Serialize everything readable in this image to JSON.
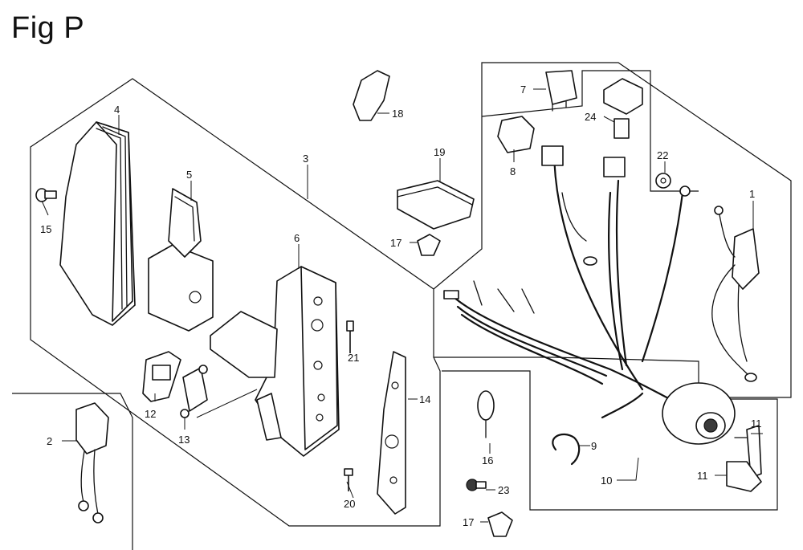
{
  "figure": {
    "title": "Fig P"
  },
  "callouts": {
    "c1": "1",
    "c2": "2",
    "c3": "3",
    "c4": "4",
    "c5": "5",
    "c6": "6",
    "c7": "7",
    "c8": "8",
    "c9": "9",
    "c10": "10",
    "c11a": "11",
    "c11b": "11",
    "c12": "12",
    "c13": "13",
    "c14": "14",
    "c15": "15",
    "c16": "16",
    "c17a": "17",
    "c17b": "17",
    "c18": "18",
    "c19": "19",
    "c20": "20",
    "c21": "21",
    "c22": "22",
    "c23": "23",
    "c24": "24"
  }
}
